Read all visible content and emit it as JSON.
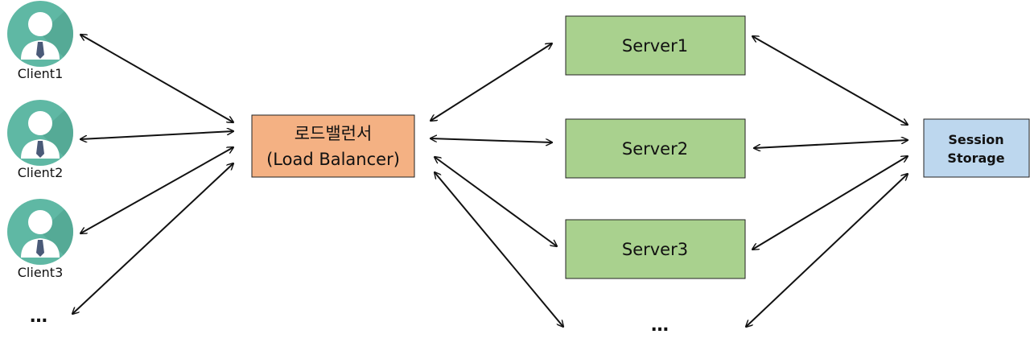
{
  "clients": [
    {
      "label": "Client1",
      "icon": "user-avatar-icon"
    },
    {
      "label": "Client2",
      "icon": "user-avatar-icon"
    },
    {
      "label": "Client3",
      "icon": "user-avatar-icon"
    }
  ],
  "client_more": "…",
  "load_balancer": {
    "line1": "로드밸런서",
    "line2": "(Load Balancer)"
  },
  "servers": [
    {
      "label": "Server1"
    },
    {
      "label": "Server2"
    },
    {
      "label": "Server3"
    }
  ],
  "server_more": "…",
  "session_storage": {
    "line1": "Session",
    "line2": "Storage"
  },
  "colors": {
    "avatar_bg": "#5fb8a4",
    "avatar_face": "#ffffff",
    "tie": "#4a5a78",
    "lb_fill": "#f4b183",
    "server_fill": "#a9d18e",
    "storage_fill": "#bdd7ee",
    "border": "#222222",
    "arrow": "#111111"
  }
}
